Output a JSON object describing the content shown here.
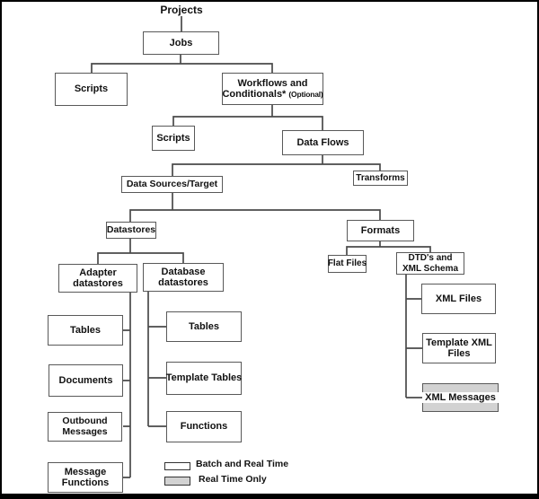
{
  "nodes": {
    "projects": "Projects",
    "jobs": "Jobs",
    "scripts_top": "Scripts",
    "workflows_line1": "Workflows and",
    "workflows_line2": "Conditionals*",
    "workflows_optional": "(Optional)",
    "scripts_mid": "Scripts",
    "data_flows": "Data Flows",
    "transforms": "Transforms",
    "data_sources_target": "Data Sources/Target",
    "datastores": "Datastores",
    "formats": "Formats",
    "adapter_datastores": "Adapter datastores",
    "database_datastores": "Database datastores",
    "flat_files": "Flat Files",
    "dtd_xml_schema": "DTD's and XML Schema",
    "xml_files": "XML Files",
    "template_xml_files": "Template XML Files",
    "xml_messages": "XML Messages",
    "tables_adapter": "Tables",
    "documents": "Documents",
    "outbound_messages": "Outbound Messages",
    "message_functions": "Message Functions",
    "tables_database": "Tables",
    "template_tables": "Template Tables",
    "functions": "Functions"
  },
  "hierarchy": {
    "Projects": [
      "Jobs"
    ],
    "Jobs": [
      "Scripts",
      "Workflows and Conditionals* (Optional)"
    ],
    "Workflows and Conditionals* (Optional)": [
      "Scripts",
      "Data Flows"
    ],
    "Data Flows": [
      "Data Sources/Target",
      "Transforms"
    ],
    "Data Sources/Target": [
      "Datastores",
      "Formats"
    ],
    "Datastores": [
      "Adapter datastores",
      "Database datastores"
    ],
    "Adapter datastores": [
      "Tables",
      "Documents",
      "Outbound Messages",
      "Message Functions"
    ],
    "Database datastores": [
      "Tables",
      "Template Tables",
      "Functions"
    ],
    "Formats": [
      "Flat Files",
      "DTD's and XML Schema"
    ],
    "DTD's and XML Schema": [
      "XML Files",
      "Template XML Files",
      "XML Messages"
    ]
  },
  "legend": {
    "batch_real_time": {
      "label": "Batch and Real Time",
      "swatch": "#ffffff"
    },
    "real_time_only": {
      "label": "Real Time Only",
      "swatch": "#d2d2d2"
    }
  },
  "colors": {
    "box_border": "#595959",
    "connector": "#4a4a4a",
    "real_time_fill": "#d2d2d2",
    "frame_border": "#000000"
  }
}
